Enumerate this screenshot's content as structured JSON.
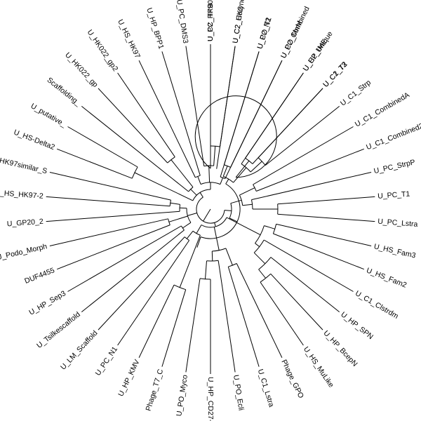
{
  "diagram": {
    "type": "circular-phylogenetic-tree",
    "line_color": "#000000",
    "background": "#ffffff",
    "leaves": [
      {
        "label": "U_C2_HKB",
        "angle": -90
      },
      {
        "label": "U_C2_HK2",
        "angle": -81.4
      },
      {
        "label": "U_PO_T1",
        "angle": -72.9
      },
      {
        "label": "U_PO_MnM",
        "angle": -64.3
      },
      {
        "label": "U_HP_IME",
        "angle": -55.7
      },
      {
        "label": "U_C1_T2",
        "angle": -47.1
      },
      {
        "label": "U_C1_Strp",
        "angle": -38.6
      },
      {
        "label": "U_C1_CombinedA",
        "angle": -30
      },
      {
        "label": "U_C1_Combined2",
        "angle": -21.4
      },
      {
        "label": "U_PC_StrpP",
        "angle": -12.9
      },
      {
        "label": "U_PC_T1",
        "angle": -4.3
      },
      {
        "label": "U_PC_Lstra",
        "angle": 4.3
      },
      {
        "label": "U_HS_Fam3",
        "angle": 12.9
      },
      {
        "label": "U_HS_Fam2",
        "angle": 21.4
      },
      {
        "label": "U_C1_Clstrdm",
        "angle": 30
      },
      {
        "label": "U_HP_SPN",
        "angle": 38.6
      },
      {
        "label": "U_HP_BcepN",
        "angle": 47.1
      },
      {
        "label": "U_HS_MuLike",
        "angle": 55.7
      },
      {
        "label": "Phage_GPO",
        "angle": 64.3
      },
      {
        "label": "U_C1_Lstra",
        "angle": 72.9
      },
      {
        "label": "U_PO_Ecli",
        "angle": 81.4
      },
      {
        "label": "U_HP_CD27-N",
        "angle": 90
      },
      {
        "label": "U_PO_Myco",
        "angle": 98.6
      },
      {
        "label": "Phage_T7_C",
        "angle": 107.1
      },
      {
        "label": "U_HP_KMV",
        "angle": 115.7
      },
      {
        "label": "U_PC_N1",
        "angle": 124.3
      },
      {
        "label": "U_LM_Scaffold",
        "angle": 132.9
      },
      {
        "label": "U_Tsilkescaffold",
        "angle": 141.4
      },
      {
        "label": "U_HP_Sep3",
        "angle": 150
      },
      {
        "label": "DUF4455",
        "angle": 158.6
      },
      {
        "label": "U_Podo_Morph",
        "angle": 167.1
      },
      {
        "label": "U_GP20_2",
        "angle": 175.7
      },
      {
        "label": "U_HS_HK97-2",
        "angle": 184.3
      },
      {
        "label": "U_HK97similar_S",
        "angle": 192.9
      },
      {
        "label": "U_HS-Delta2",
        "angle": 201.4
      },
      {
        "label": "U_putative_",
        "angle": 210
      },
      {
        "label": "Scaffolding_",
        "angle": 218.6
      },
      {
        "label": "U_HK022_gp",
        "angle": 227.1
      },
      {
        "label": "U_HK022_gp2",
        "angle": 235.7
      },
      {
        "label": "U_HS_HK97",
        "angle": 244.3
      },
      {
        "label": "U_HP_BPP1",
        "angle": 252.9
      },
      {
        "label": "U_PC_DMS3",
        "angle": 261.4
      },
      {
        "label": "U_PC_TP901",
        "angle": 270
      },
      {
        "label": "U_C2_Coryneb",
        "angle": 278.6
      },
      {
        "label": "U_C2_N2",
        "angle": 287.1
      },
      {
        "label": "U_C2_Combined",
        "angle": 295.7
      },
      {
        "label": "U_C2_Unique",
        "angle": 304.3
      },
      {
        "label": "U_C2_73",
        "angle": 312.9
      }
    ]
  }
}
